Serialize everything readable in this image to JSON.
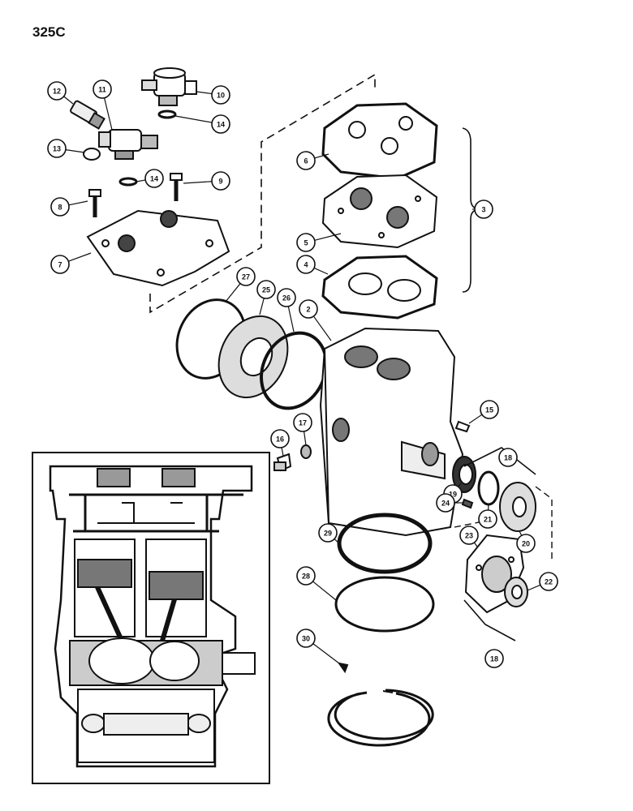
{
  "page_code": "325C",
  "callouts": [
    {
      "id": "c1",
      "label": "2"
    },
    {
      "id": "c2",
      "label": "3"
    },
    {
      "id": "c3",
      "label": "4"
    },
    {
      "id": "c4",
      "label": "5"
    },
    {
      "id": "c5",
      "label": "6"
    },
    {
      "id": "c6",
      "label": "7"
    },
    {
      "id": "c7",
      "label": "8"
    },
    {
      "id": "c8",
      "label": "9"
    },
    {
      "id": "c9",
      "label": "10"
    },
    {
      "id": "c10",
      "label": "11"
    },
    {
      "id": "c11",
      "label": "12"
    },
    {
      "id": "c12",
      "label": "13"
    },
    {
      "id": "c13",
      "label": "14"
    },
    {
      "id": "c14",
      "label": "14"
    },
    {
      "id": "c15",
      "label": "15"
    },
    {
      "id": "c16",
      "label": "16"
    },
    {
      "id": "c17",
      "label": "17"
    },
    {
      "id": "c18",
      "label": "18"
    },
    {
      "id": "c19",
      "label": "18"
    },
    {
      "id": "c20",
      "label": "19"
    },
    {
      "id": "c21",
      "label": "20"
    },
    {
      "id": "c22",
      "label": "21"
    },
    {
      "id": "c23",
      "label": "22"
    },
    {
      "id": "c24",
      "label": "23"
    },
    {
      "id": "c25",
      "label": "24"
    },
    {
      "id": "c26",
      "label": "25"
    },
    {
      "id": "c27",
      "label": "26"
    },
    {
      "id": "c28",
      "label": "27"
    },
    {
      "id": "c29",
      "label": "28"
    },
    {
      "id": "c30",
      "label": "29"
    },
    {
      "id": "c31",
      "label": "30"
    }
  ],
  "colors": {
    "ink": "#111111",
    "paper": "#ffffff",
    "shade": "#9a9a9a"
  }
}
